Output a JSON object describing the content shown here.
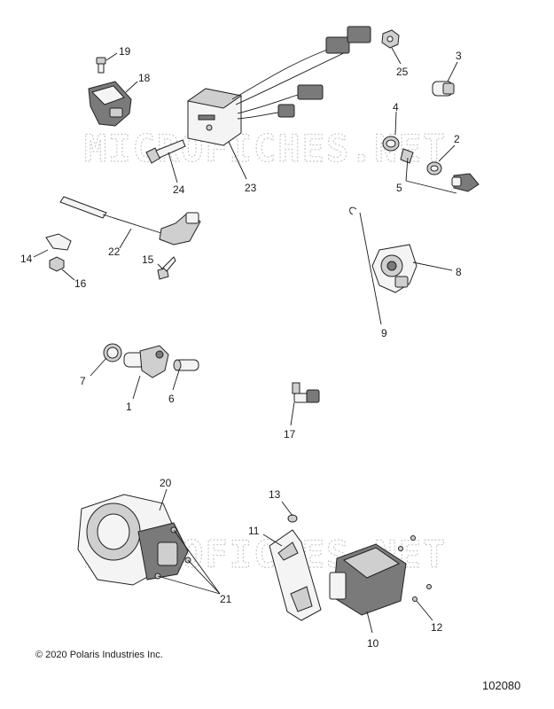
{
  "watermark": "MICROFICHES.NET",
  "copyright": "© 2020 Polaris Industries Inc.",
  "document_number": "102080",
  "callouts": {
    "c1": "1",
    "c2": "2",
    "c3": "3",
    "c4": "4",
    "c5": "5",
    "c6": "6",
    "c7": "7",
    "c8": "8",
    "c9": "9",
    "c10": "10",
    "c11": "11",
    "c12": "12",
    "c13": "13",
    "c14": "14",
    "c15": "15",
    "c16": "16",
    "c17": "17",
    "c18": "18",
    "c19": "19",
    "c20": "20",
    "c21": "21",
    "c22": "22",
    "c23": "23",
    "c24": "24",
    "c25": "25"
  }
}
